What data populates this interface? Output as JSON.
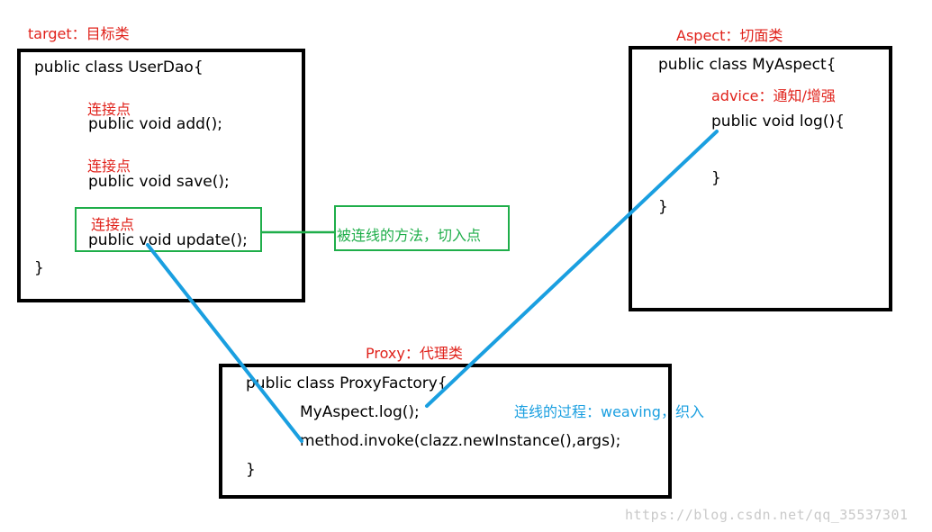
{
  "colors": {
    "label_red": "#e0221b",
    "pointcut_green": "#1fae4a",
    "weaving_blue": "#1a9fe0",
    "box_border": "#000000"
  },
  "target": {
    "caption": "target：目标类",
    "class_decl": "public class UserDao{",
    "joinpoint_label": "连接点",
    "method_add": "public void add();",
    "method_save": "public void save();",
    "method_update": "public void update();",
    "close_brace": "}"
  },
  "pointcut": {
    "label": "被连线的方法，切入点"
  },
  "aspect": {
    "caption": "Aspect：切面类",
    "class_decl": "public class MyAspect{",
    "advice_label": "advice：通知/增强",
    "method_log": "public void log(){",
    "inner_close": "}",
    "close_brace": "}"
  },
  "proxy": {
    "caption": "Proxy：代理类",
    "class_decl": "public class ProxyFactory{",
    "call_log": "MyAspect.log();",
    "call_invoke": "method.invoke(clazz.newInstance(),args);",
    "close_brace": "}"
  },
  "weaving": {
    "label": "连线的过程：weaving，织入"
  },
  "watermark": "https://blog.csdn.net/qq_35537301"
}
